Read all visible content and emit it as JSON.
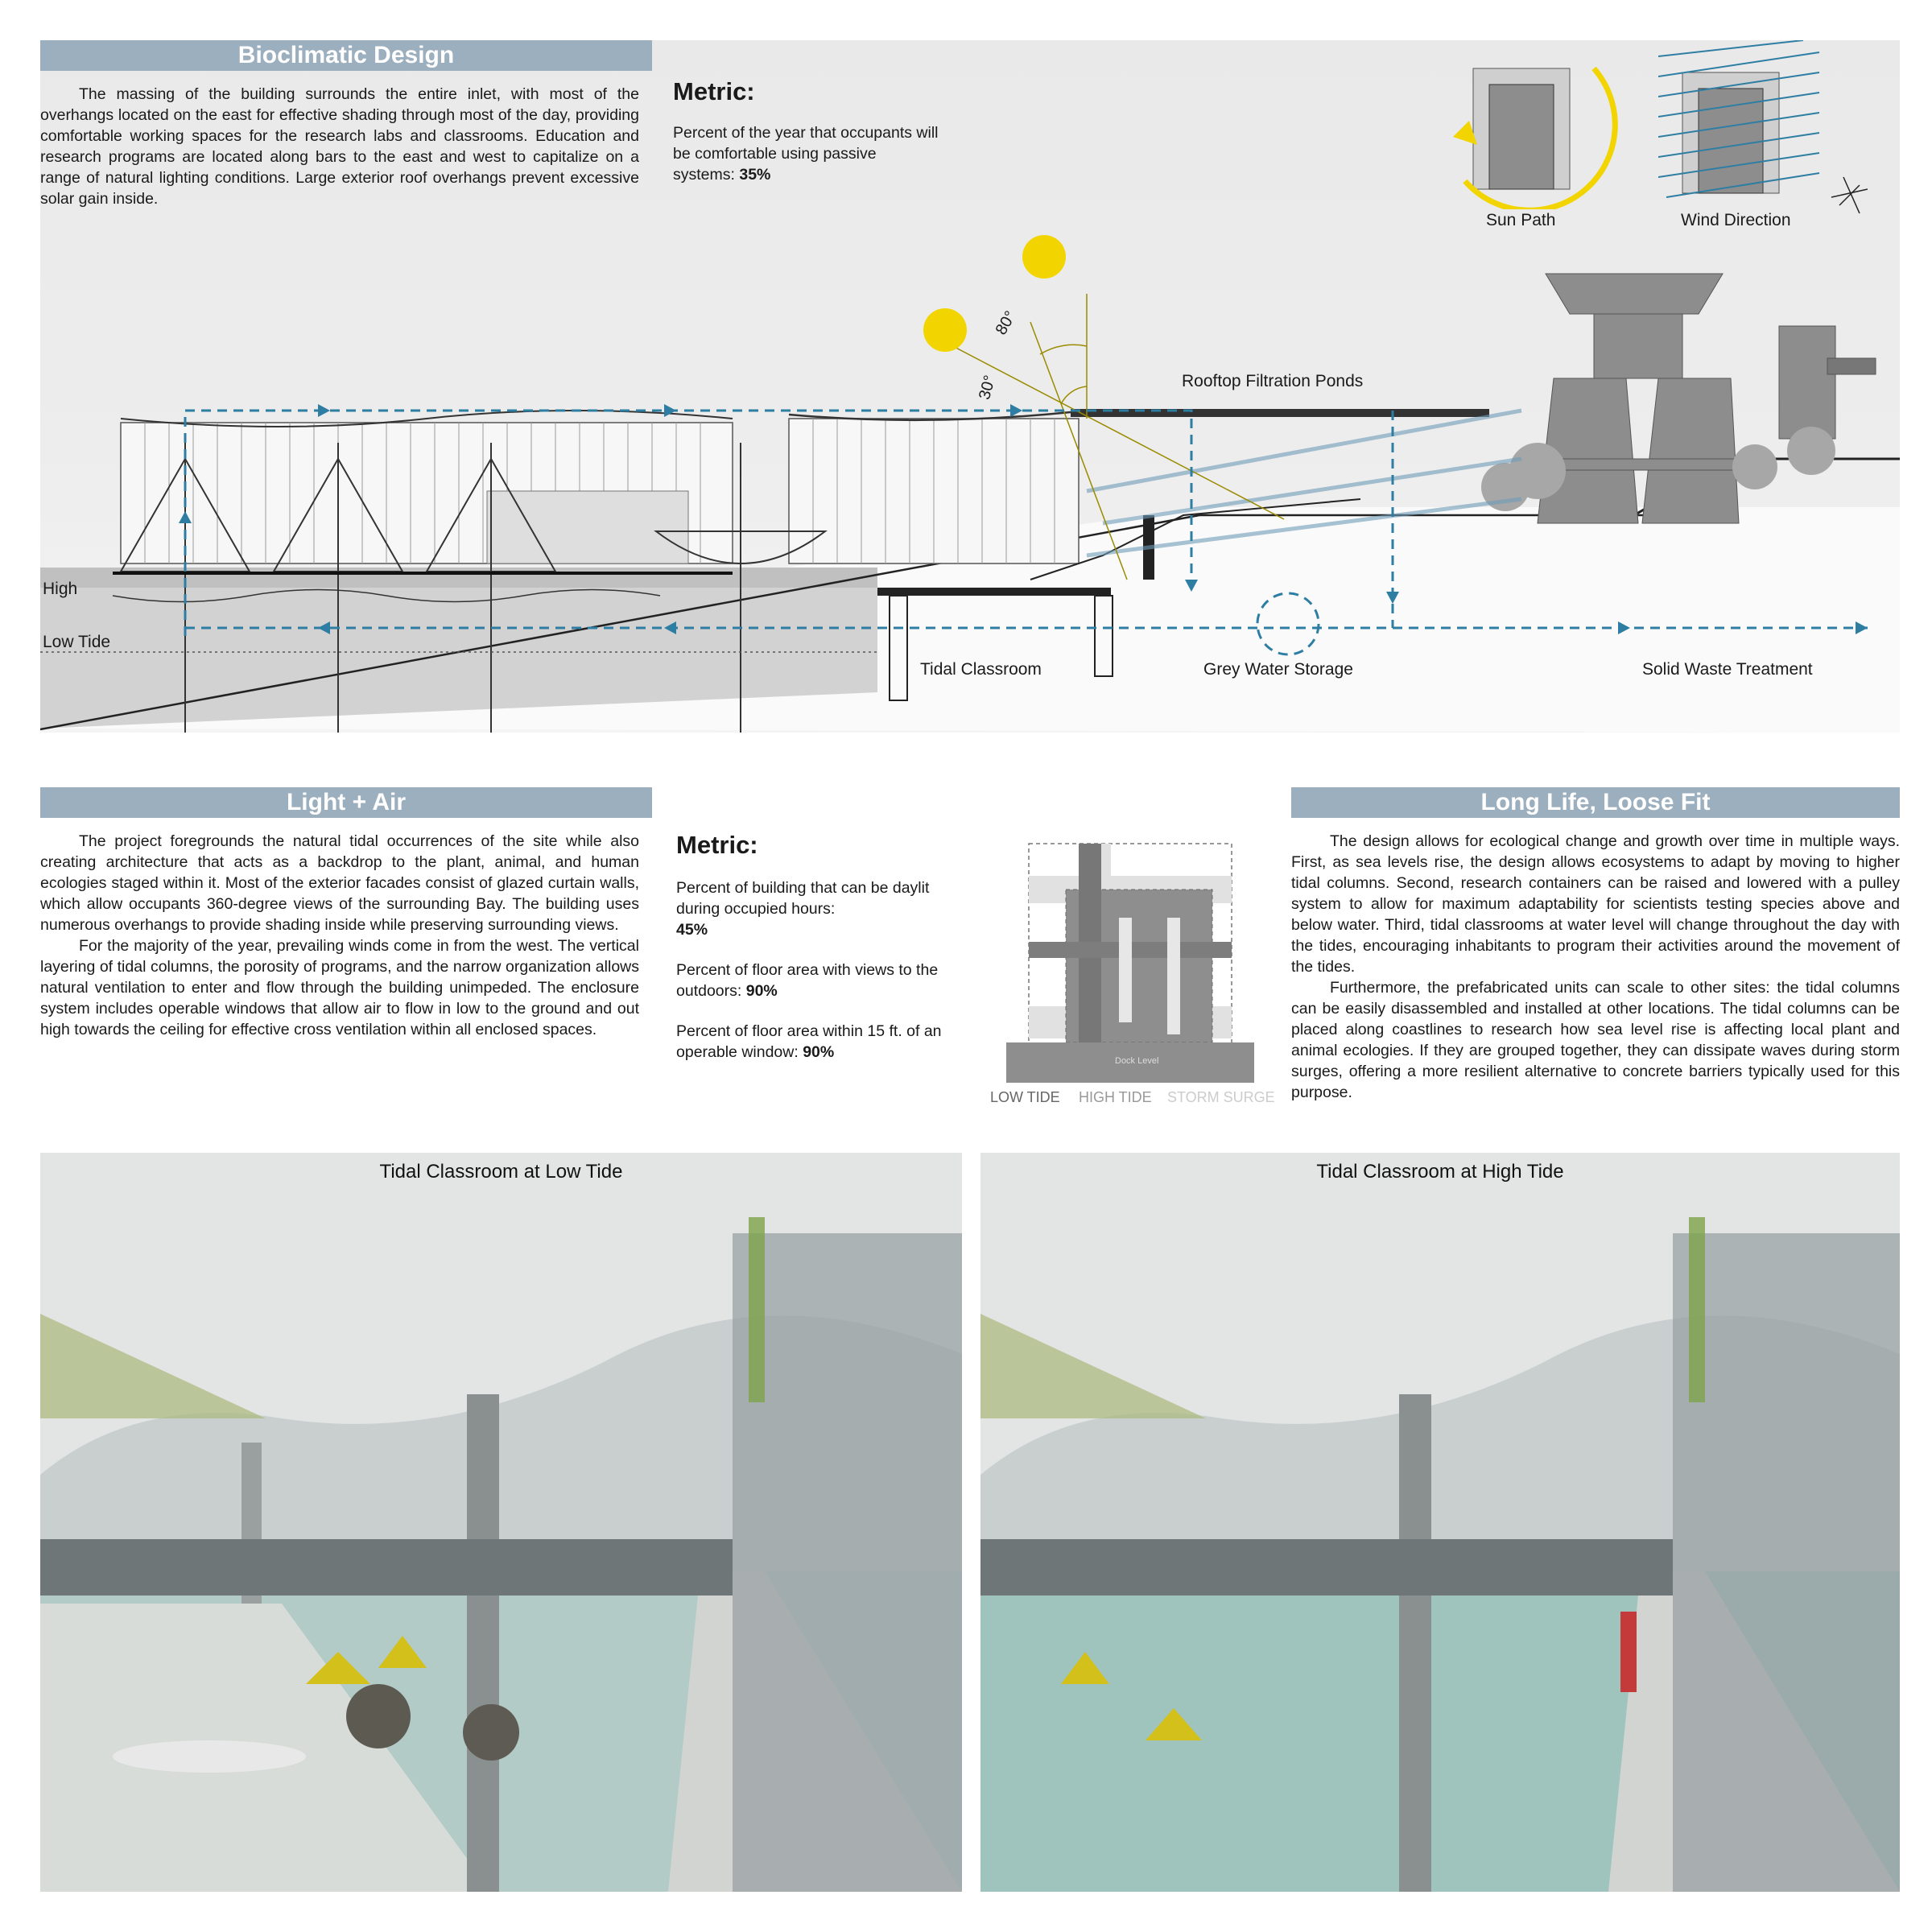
{
  "bioclimatic": {
    "heading": "Bioclimatic Design",
    "paragraph": "The massing of the building surrounds the entire inlet, with most of the overhangs located on the east for effective shading through most of the day, providing comfortable working spaces for the research labs and classrooms. Education and research programs are located along bars to the east and west to capitalize on a range of natural lighting conditions. Large exterior roof overhangs prevent excessive solar gain inside.",
    "metric_title": "Metric:",
    "metric_text": "Percent of the year that occupants will be comfortable using passive systems:",
    "metric_value": "35%"
  },
  "diagram": {
    "sun_path": "Sun Path",
    "wind_direction": "Wind Direction",
    "angle_high": "80°",
    "angle_low": "30°",
    "rooftop": "Rooftop Filtration Ponds",
    "high": "High",
    "low_tide": "Low Tide",
    "tidal_classroom": "Tidal Classroom",
    "grey_water": "Grey Water Storage",
    "solid_waste": "Solid Waste Treatment",
    "colors": {
      "accent_blue": "#2e7ea3",
      "sun_yellow": "#f2d500",
      "header_bar": "#9cafbf"
    }
  },
  "light_air": {
    "heading": "Light + Air",
    "para1": "The project foregrounds the natural tidal occurrences of the site while also creating architecture that acts as a backdrop to the plant, animal, and human ecologies staged within it. Most of the exterior facades consist of glazed curtain walls, which allow occupants 360-degree views of the surrounding Bay. The building uses numerous overhangs to provide shading inside while preserving surrounding views.",
    "para2": "For the majority of the year, prevailing winds come in from the west. The vertical layering of tidal columns, the porosity of programs, and the narrow organization allows natural ventilation to enter and flow through the building unimpeded. The enclosure system includes operable windows that allow air to flow in low to the ground and out high towards the ceiling for effective cross ventilation within all enclosed spaces.",
    "metric_title": "Metric:",
    "m1_text": "Percent of building that can be daylit during occupied hours:",
    "m1_value": "45%",
    "m2_text": "Percent of floor area with views to the outdoors:",
    "m2_value": "90%",
    "m3_text": "Percent of floor area within 15 ft. of an operable window:",
    "m3_value": "90%"
  },
  "tide_diagram": {
    "dock_level": "Dock Level",
    "low_tide": "LOW TIDE",
    "high_tide": "HIGH TIDE",
    "storm_surge": "STORM SURGE"
  },
  "long_life": {
    "heading": "Long Life, Loose Fit",
    "para1": "The design allows for ecological change and growth over time in multiple ways. First, as sea levels rise, the design allows ecosystems to adapt by moving to higher tidal columns. Second, research containers can be raised and lowered with a pulley system to allow for maximum adaptability for scientists testing species above and below water. Third, tidal classrooms at water level will change throughout the day with the tides, encouraging inhabitants to program their activities around the movement of the tides.",
    "para2": "Furthermore, the prefabricated units can scale to other sites: the tidal columns can be easily disassembled and installed at other locations. The tidal columns can be placed along coastlines to research how sea level rise is affecting local plant and animal ecologies. If they are grouped together, they can dissipate waves during storm surges, offering a more resilient alternative to concrete barriers typically used for this purpose."
  },
  "renders": {
    "low_tide_caption": "Tidal Classroom at Low Tide",
    "high_tide_caption": "Tidal Classroom at High Tide"
  }
}
